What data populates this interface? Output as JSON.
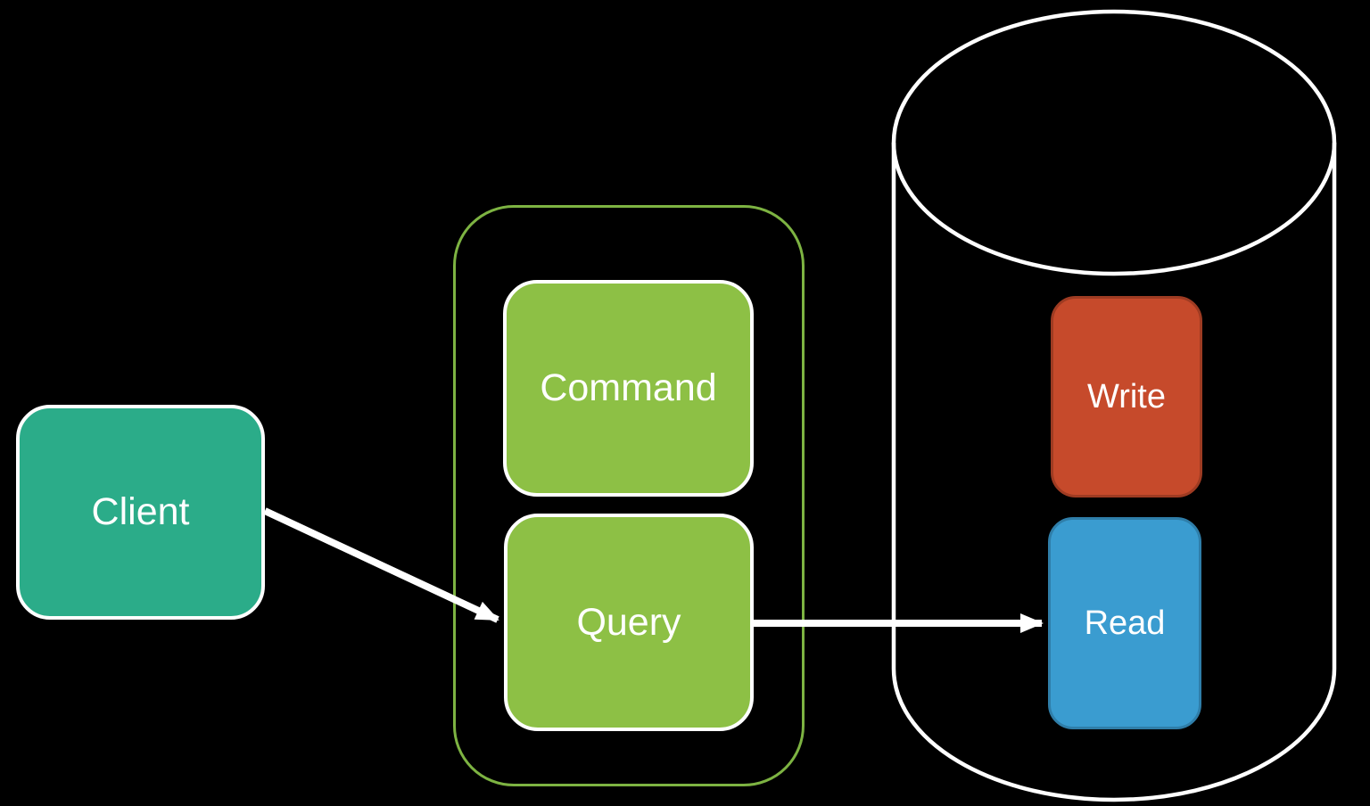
{
  "canvas": {
    "background": "#000000"
  },
  "nodes": {
    "client": {
      "label": "Client",
      "fill": "#2BAC89",
      "border": "#FFFFFF"
    },
    "command": {
      "label": "Command",
      "fill": "#8DC045",
      "border": "#FFFFFF"
    },
    "query": {
      "label": "Query",
      "fill": "#8DC045",
      "border": "#FFFFFF"
    },
    "write": {
      "label": "Write",
      "fill": "#C64A2B",
      "border": "#9E3B22"
    },
    "read": {
      "label": "Read",
      "fill": "#3A9CD0",
      "border": "#2F7EA9"
    }
  },
  "group": {
    "border": "#7DB342"
  },
  "cylinder": {
    "stroke": "#FFFFFF"
  },
  "arrows": {
    "color": "#FFFFFF"
  }
}
